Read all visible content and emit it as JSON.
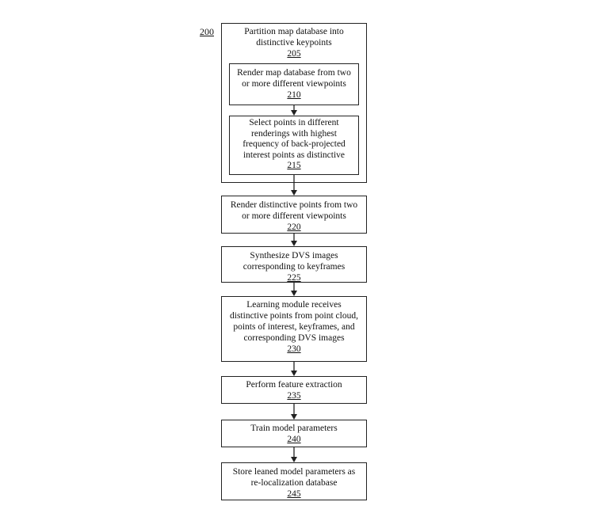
{
  "figure_ref": "200",
  "steps": {
    "s205": {
      "text": "Partition map database into\ndistinctive keypoints",
      "ref": "205"
    },
    "s210": {
      "text": "Render map database from two\nor more different viewpoints",
      "ref": "210"
    },
    "s215": {
      "text": "Select points in different\nrenderings with highest\nfrequency of back-projected\ninterest points as distinctive",
      "ref": "215"
    },
    "s220": {
      "text": "Render distinctive points from two\nor more different viewpoints",
      "ref": "220"
    },
    "s225": {
      "text": "Synthesize DVS images\ncorresponding to keyframes",
      "ref": "225"
    },
    "s230": {
      "text": "Learning module receives\ndistinctive points from point cloud,\npoints of interest, keyframes, and\ncorresponding DVS images",
      "ref": "230"
    },
    "s235": {
      "text": "Perform feature extraction",
      "ref": "235"
    },
    "s240": {
      "text": "Train model parameters",
      "ref": "240"
    },
    "s245": {
      "text": "Store leaned model parameters as\nre-localization database",
      "ref": "245"
    }
  }
}
